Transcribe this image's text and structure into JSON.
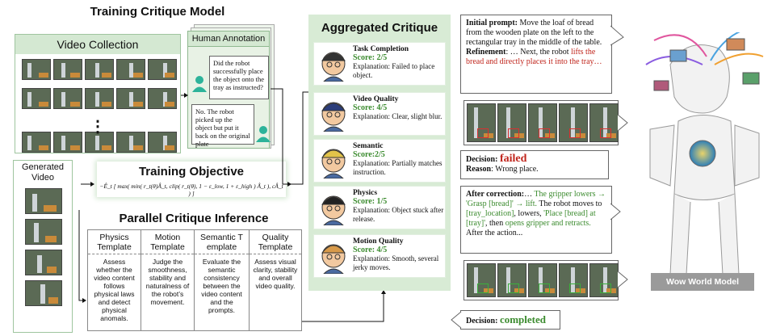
{
  "training_critique": {
    "title": "Training Critique Model",
    "video_collection": "Video Collection",
    "ellipsis": "⋮",
    "human_annotation": {
      "title": "Human Annotation",
      "question": "Did the robot successfully place the object onto the tray as instructed?",
      "answer": "No. The robot picked up the object but put it back on the original plate"
    }
  },
  "training_objective": {
    "title": "Training Objective",
    "formula": "−Ê_t [ max( min( r_t(θ)Â_t, clip( r_t(θ), 1 − ε_low, 1 + ε_high ) Â_t ), cÂ_t ) ]"
  },
  "generated_video": {
    "label": "Generated Video"
  },
  "parallel_inference": {
    "title": "Parallel Critique Inference",
    "templates": [
      {
        "title": "Physics Template",
        "desc": "Assess whether the video content follows physical laws and detect physical anomals."
      },
      {
        "title": "Motion Template",
        "desc": "Judge the smoothness, stability and naturalness of the robot’s movement."
      },
      {
        "title": "Semantic T emplate",
        "desc": "Evaluate the semantic consistency between the video content and the prompts."
      },
      {
        "title": "Quality Template",
        "desc": "Assess visual clarity, stability and overall video quality."
      }
    ]
  },
  "aggregated": {
    "title": "Aggregated Critique",
    "items": [
      {
        "name": "Task Completion",
        "score": "Score: 2/5",
        "explanation": "Explanation: Failed to place object."
      },
      {
        "name": "Video Quality",
        "score": "Score: 4/5",
        "explanation": "Explanation: Clear, slight blur."
      },
      {
        "name": "Semantic",
        "score": "Score:2/5",
        "explanation": "Explanation: Partially matches instruction."
      },
      {
        "name": "Physics",
        "score": "Score: 1/5",
        "explanation": "Explanation: Object stuck after release."
      },
      {
        "name": "Motion Quality",
        "score": "Score: 4/5",
        "explanation": "Explanation: Smooth, several jerky moves."
      }
    ]
  },
  "right_panel": {
    "initial_label": "Initial prompt:",
    "initial_text": " Move the loaf of bread from the wooden plate on the left to the rectangular tray in the middle of the table.",
    "refinement_label": "Refinement",
    "refinement_text": ": … Next, the robot ",
    "refinement_red": "lifts the bread and directly places it into the tray…",
    "decision_label": "Decision: ",
    "decision_failed": "failed",
    "reason_label": "Reason",
    "reason_text": ": Wrong place.",
    "after_label": "After correction:",
    "after_seg1": "… ",
    "after_g1": "The gripper lowers → 'Grasp [bread]' → lift.",
    "after_seg2": " The robot moves to ",
    "after_g2": "[tray_location]",
    "after_seg3": ", lowers, ",
    "after_g3": "'Place [bread] at [tray]'",
    "after_seg4": ", then ",
    "after_g4": "opens gripper and retracts.",
    "after_seg5": " After the action...",
    "decision2_label": "Decision: ",
    "decision2_value": "completed"
  },
  "wow_label": "Wow World Model",
  "colors": {
    "green_header": "#d4e8d2",
    "score_green": "#3b8b2e",
    "fail_red": "#c0251c"
  }
}
